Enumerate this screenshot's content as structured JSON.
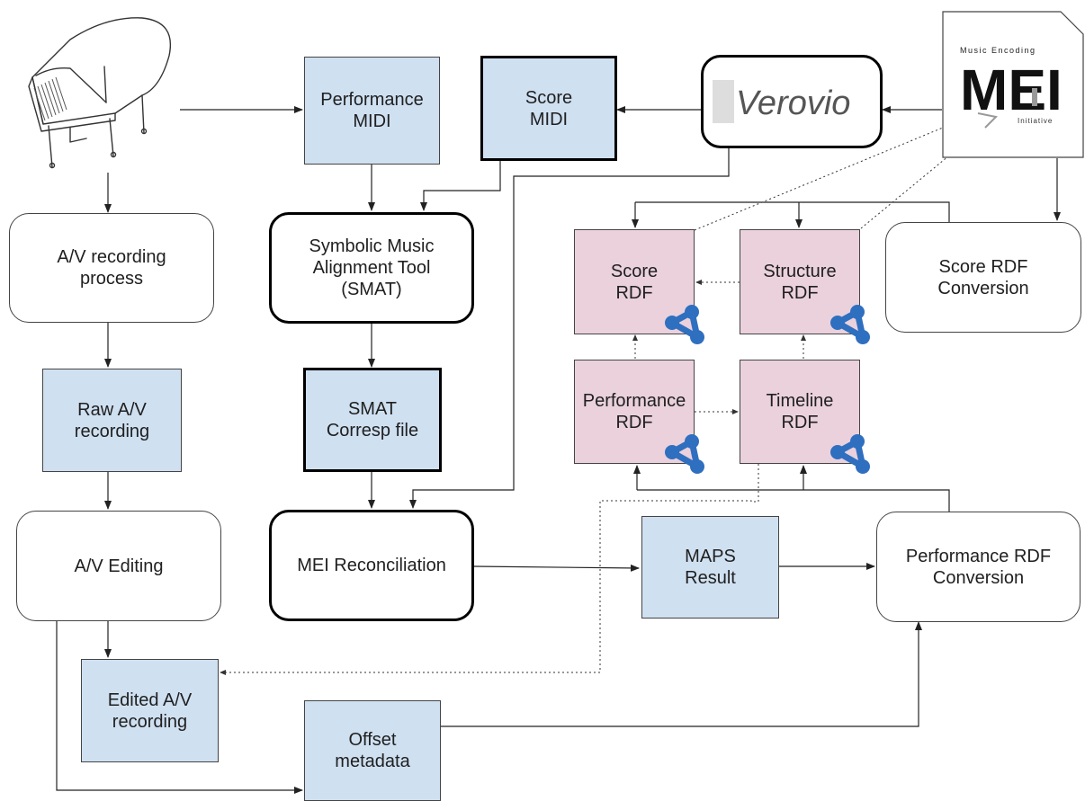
{
  "nodes": {
    "performance_midi": [
      "Performance",
      "MIDI"
    ],
    "score_midi": [
      "Score",
      "MIDI"
    ],
    "av_recording_process": [
      "A/V recording",
      "process"
    ],
    "smat_tool": [
      "Symbolic Music",
      "Alignment Tool",
      "(SMAT)"
    ],
    "raw_av": [
      "Raw A/V",
      "recording"
    ],
    "smat_corresp": [
      "SMAT",
      "Corresp file"
    ],
    "av_editing": [
      "A/V Editing"
    ],
    "mei_reconciliation": [
      "MEI Reconciliation"
    ],
    "maps_result": [
      "MAPS",
      "Result"
    ],
    "performance_rdf_conversion": [
      "Performance RDF",
      "Conversion"
    ],
    "edited_av": [
      "Edited A/V",
      "recording"
    ],
    "offset_metadata": [
      "Offset",
      "metadata"
    ],
    "score_rdf": [
      "Score",
      "RDF"
    ],
    "structure_rdf": [
      "Structure",
      "RDF"
    ],
    "performance_rdf": [
      "Performance",
      "RDF"
    ],
    "timeline_rdf": [
      "Timeline",
      "RDF"
    ],
    "score_rdf_conversion": [
      "Score RDF",
      "Conversion"
    ]
  },
  "logos": {
    "verovio": "Verovio",
    "mei_top": "Music Encoding",
    "mei_main": "MEI",
    "mei_bottom": "Initiative"
  },
  "colors": {
    "blue_fill": "#cfe0f1",
    "pink_fill": "#ead1dc",
    "rdf_icon": "#2f6fc0"
  },
  "icons": {
    "piano": "piano-sketch-icon",
    "rdf": "rdf-network-icon"
  }
}
